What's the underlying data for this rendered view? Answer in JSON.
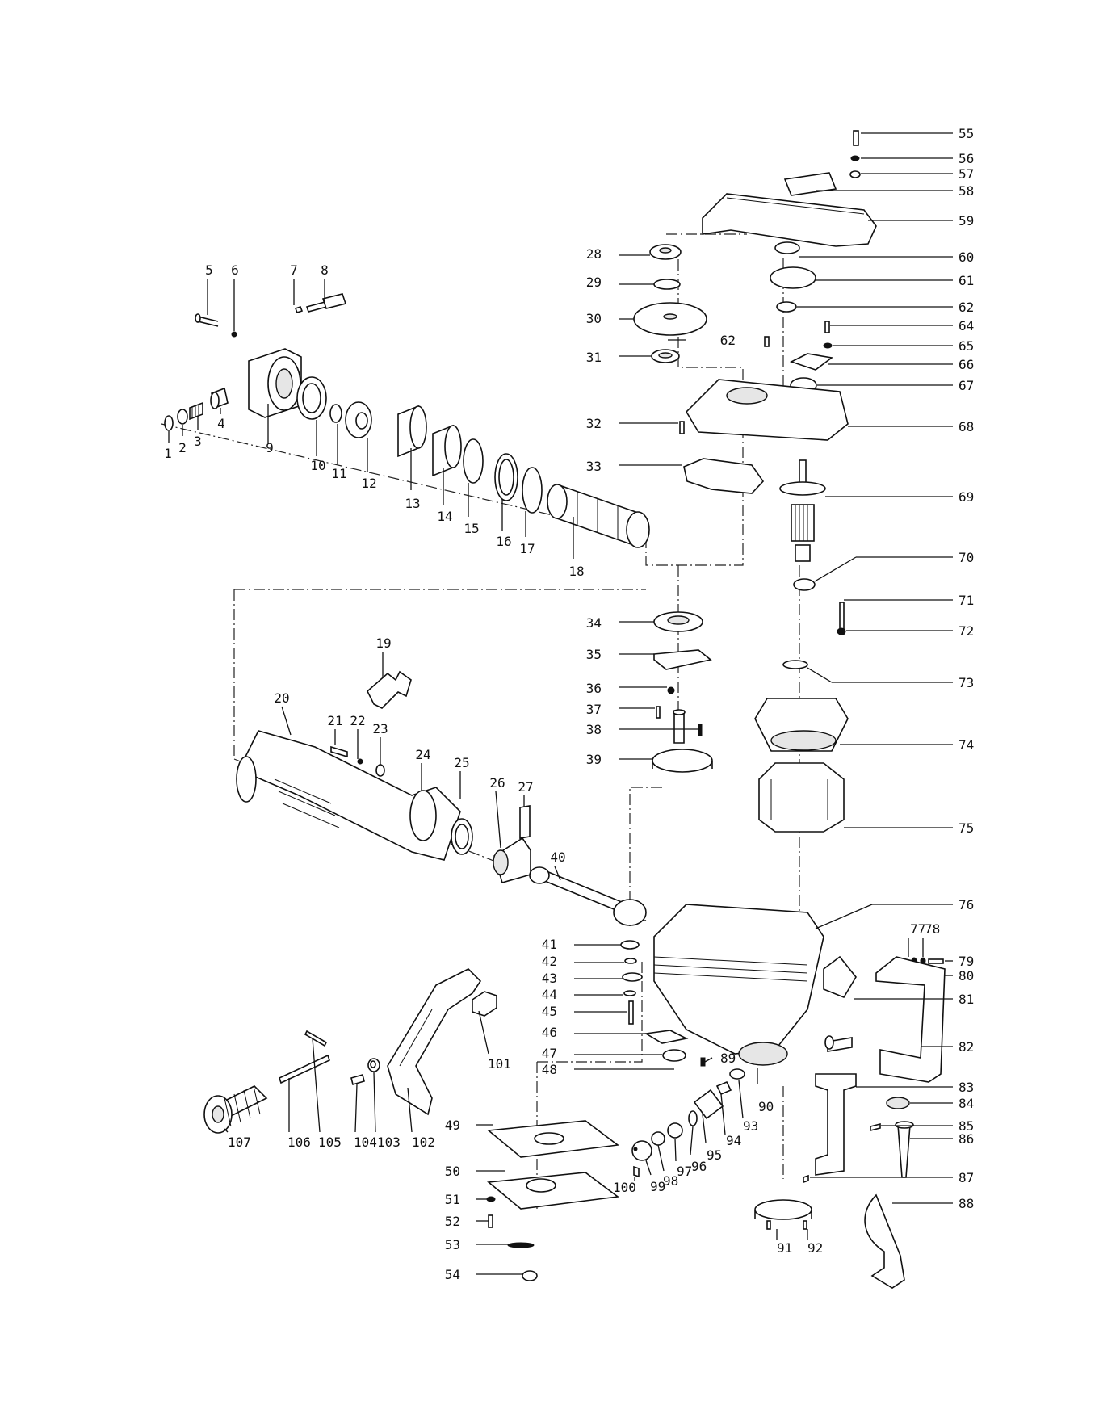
{
  "labels": [
    "1",
    "2",
    "3",
    "4",
    "5",
    "6",
    "7",
    "8",
    "9",
    "10",
    "11",
    "12",
    "13",
    "14",
    "15",
    "16",
    "17",
    "18",
    "19",
    "20",
    "21",
    "22",
    "23",
    "24",
    "25",
    "26",
    "27",
    "28",
    "29",
    "30",
    "31",
    "32",
    "33",
    "34",
    "35",
    "36",
    "37",
    "38",
    "39",
    "40",
    "41",
    "42",
    "43",
    "44",
    "45",
    "46",
    "47",
    "48",
    "49",
    "50",
    "51",
    "52",
    "53",
    "54",
    "55",
    "56",
    "57",
    "58",
    "59",
    "60",
    "61",
    "62",
    "62",
    "64",
    "65",
    "66",
    "67",
    "68",
    "69",
    "70",
    "71",
    "72",
    "73",
    "74",
    "75",
    "76",
    "77",
    "78",
    "79",
    "80",
    "81",
    "82",
    "83",
    "84",
    "85",
    "86",
    "87",
    "88",
    "89",
    "90",
    "91",
    "92",
    "93",
    "94",
    "95",
    "96",
    "97",
    "98",
    "99",
    "100",
    "101",
    "102",
    "103",
    "104",
    "105",
    "106",
    "107"
  ]
}
